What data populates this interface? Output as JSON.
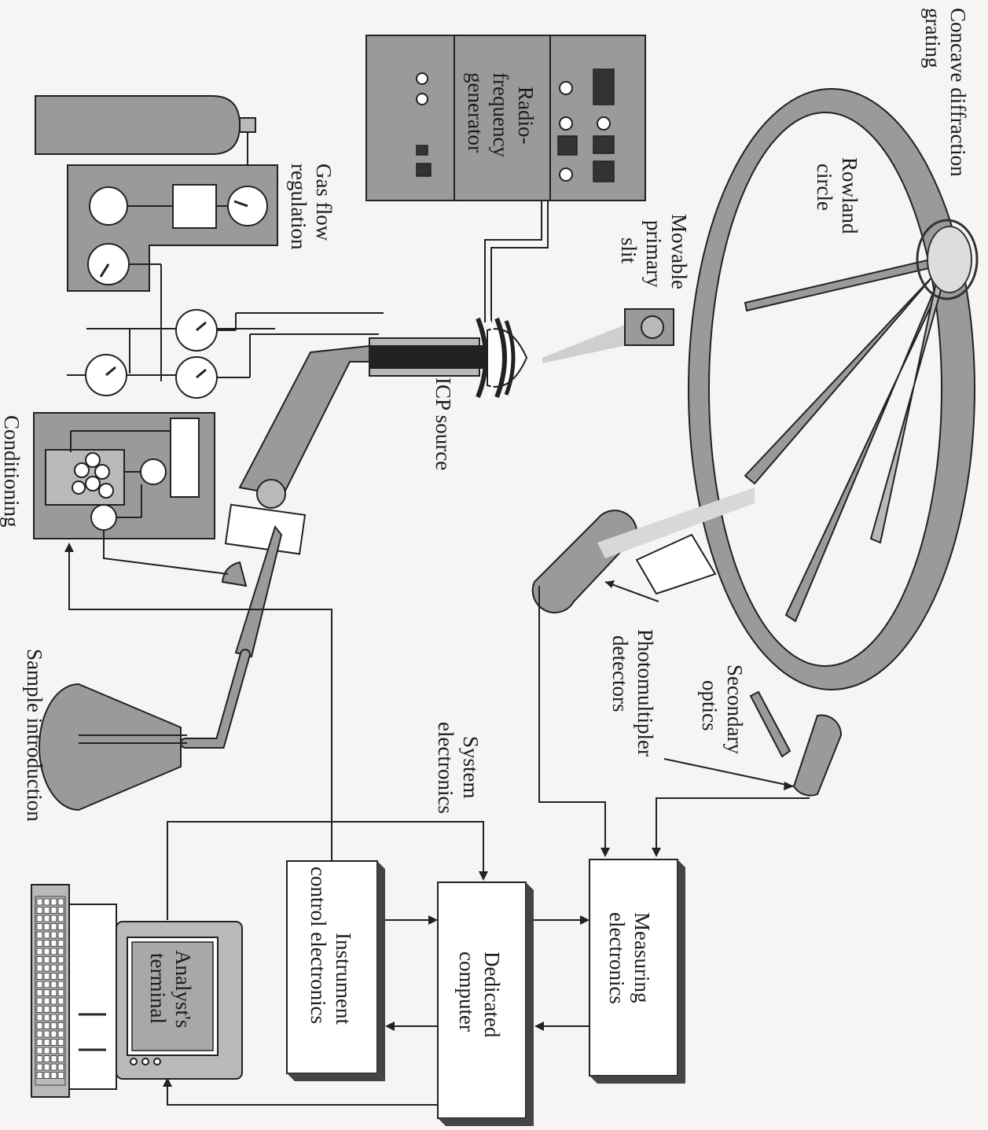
{
  "labels": {
    "grating": [
      "Concave diffraction",
      "grating"
    ],
    "rowland": [
      "Rowland",
      "circle"
    ],
    "slit": [
      "Movable",
      "primary",
      "slit"
    ],
    "rf": [
      "Radio-",
      "frequency",
      "generator"
    ],
    "gas": [
      "Gas flow",
      "regulation"
    ],
    "icp": [
      "ICP source"
    ],
    "conditioning": [
      "Conditioning"
    ],
    "sample": [
      "Sample introduction"
    ],
    "system": [
      "System",
      "electronics"
    ],
    "pmt": [
      "Photomultipler",
      "detectors"
    ],
    "secondary": [
      "Secondary",
      "optics"
    ],
    "measuring": [
      "Measuring",
      "electronics"
    ],
    "computer": [
      "Dedicated",
      "computer"
    ],
    "instrument": [
      "Instrument",
      "control electronics"
    ],
    "terminal": [
      "Analyst's",
      "terminal"
    ]
  }
}
